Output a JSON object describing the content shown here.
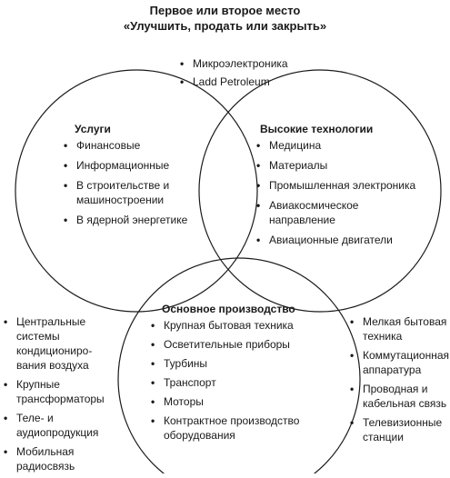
{
  "title": {
    "line1": "Первое или второе место",
    "line2": "«Улучшить, продать или закрыть»"
  },
  "top_items": [
    "Микроэлектроника",
    "Ladd Petroleum"
  ],
  "services": {
    "heading": "Услуги",
    "items": [
      "Финансовые",
      "Информационные",
      "В строительстве и машиностроении",
      "В ядерной энергетике"
    ]
  },
  "hightech": {
    "heading": "Высокие технологии",
    "items": [
      "Медицина",
      "Материалы",
      "Промышленная электроника",
      "Авиакосмическое направление",
      "Авиационные двигатели"
    ]
  },
  "core": {
    "heading": "Основное производство",
    "items": [
      "Крупная бытовая техника",
      "Осветительные приборы",
      "Турбины",
      "Транспорт",
      "Моторы",
      "Контрактное производство оборудования"
    ]
  },
  "left_items": [
    "Центральные системы кондициониро-вания воздуха",
    "Крупные трансформаторы",
    "Теле- и аудиопродукция",
    "Мобильная радиосвязь"
  ],
  "right_items": [
    "Мелкая бытовая техника",
    "Коммутационная аппаратура",
    "Проводная и кабельная связь",
    "Телевизионные станции"
  ]
}
